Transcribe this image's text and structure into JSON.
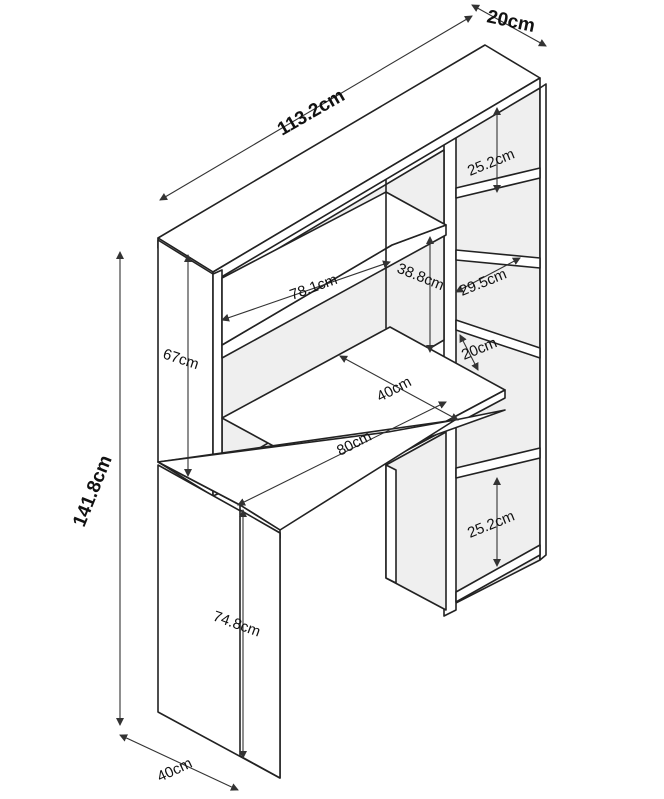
{
  "dimensions": {
    "width_total": "113.2cm",
    "depth_top": "20cm",
    "height_total": "141.8cm",
    "hutch_height": "67cm",
    "desk_height": "74.8cm",
    "desk_depth": "40cm",
    "desk_width": "80cm",
    "pullout_depth": "40cm",
    "hutch_shelf_width": "78.1cm",
    "hutch_opening_height": "38.8cm",
    "shelf_top": "25.2cm",
    "shelf_mid": "29.5cm",
    "shelf_small": "20cm",
    "shelf_bottom": "25.2cm"
  }
}
